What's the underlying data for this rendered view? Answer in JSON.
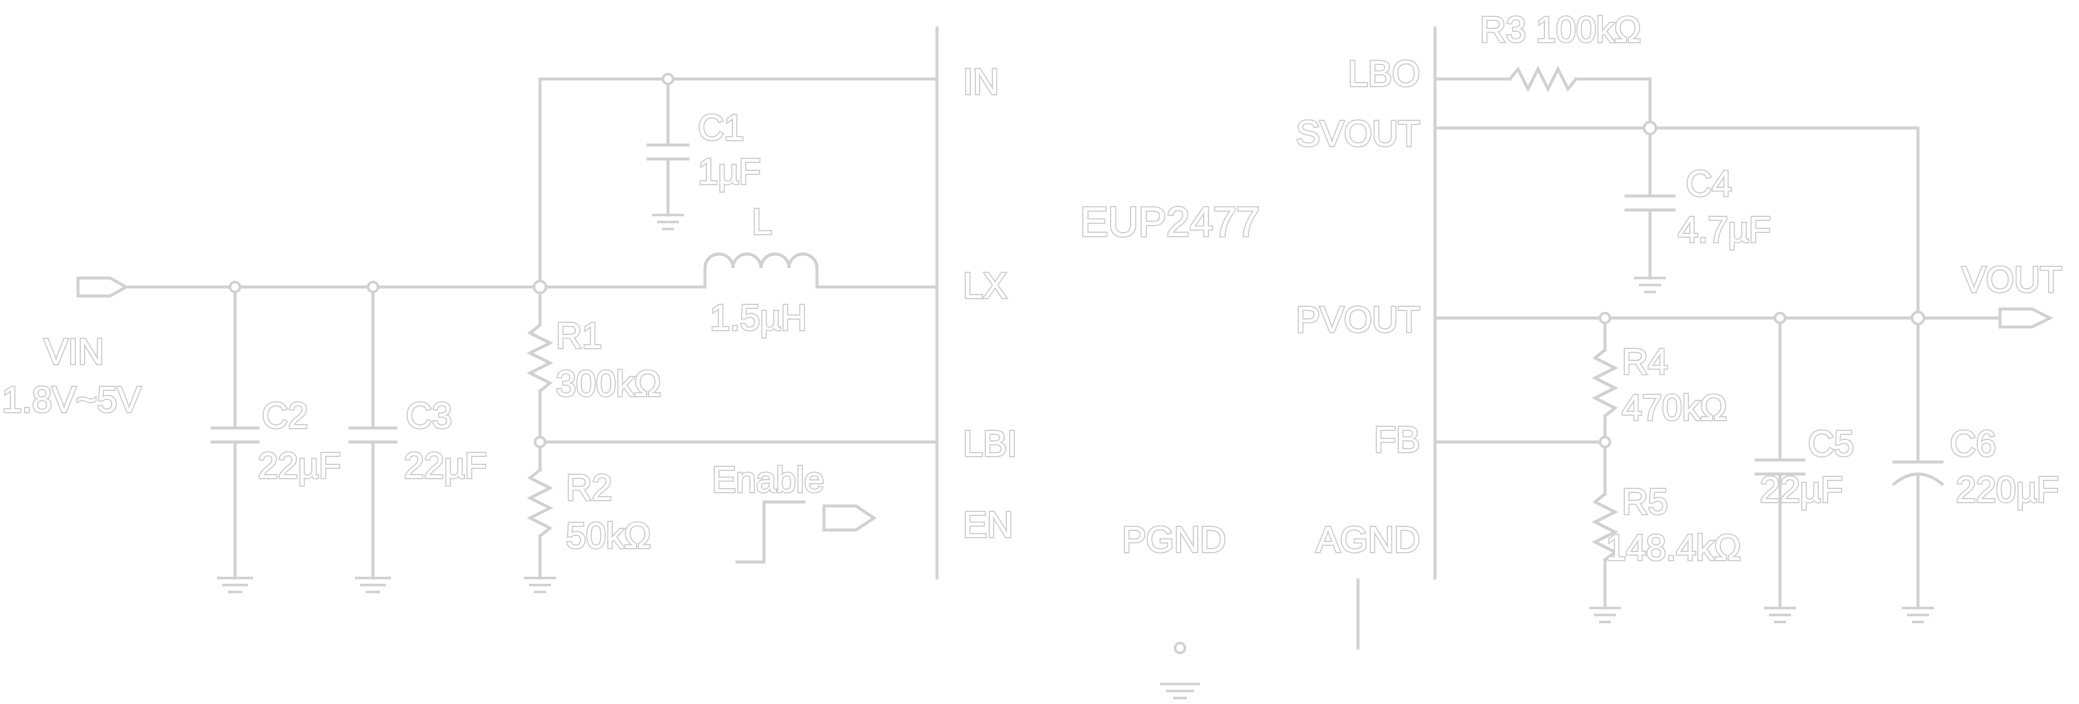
{
  "chip": {
    "name": "EUP2477"
  },
  "pins": {
    "in": "IN",
    "lx": "LX",
    "lbi": "LBI",
    "en": "EN",
    "lbo": "LBO",
    "svout": "SVOUT",
    "pvout": "PVOUT",
    "fb": "FB",
    "pgnd": "PGND",
    "agnd": "AGND"
  },
  "ports": {
    "vin": "VIN",
    "vin_range": "1.8V~5V",
    "vout": "VOUT",
    "enable": "Enable"
  },
  "components": {
    "c1": {
      "ref": "C1",
      "value": "1µF"
    },
    "c2": {
      "ref": "C2",
      "value": "22µF"
    },
    "c3": {
      "ref": "C3",
      "value": "22µF"
    },
    "c4": {
      "ref": "C4",
      "value": "4.7µF"
    },
    "c5": {
      "ref": "C5",
      "value": "22µF"
    },
    "c6": {
      "ref": "C6",
      "value": "220µF"
    },
    "l": {
      "ref": "L",
      "value": "1.5µH"
    },
    "r1": {
      "ref": "R1",
      "value": "300kΩ"
    },
    "r2": {
      "ref": "R2",
      "value": "50kΩ"
    },
    "r3": {
      "label": "R3 100kΩ"
    },
    "r4": {
      "ref": "R4",
      "value": "470kΩ"
    },
    "r5": {
      "ref": "R5",
      "value": "148.4kΩ"
    }
  },
  "colors": {
    "line": "#d0d0d0",
    "background": "#ffffff"
  }
}
